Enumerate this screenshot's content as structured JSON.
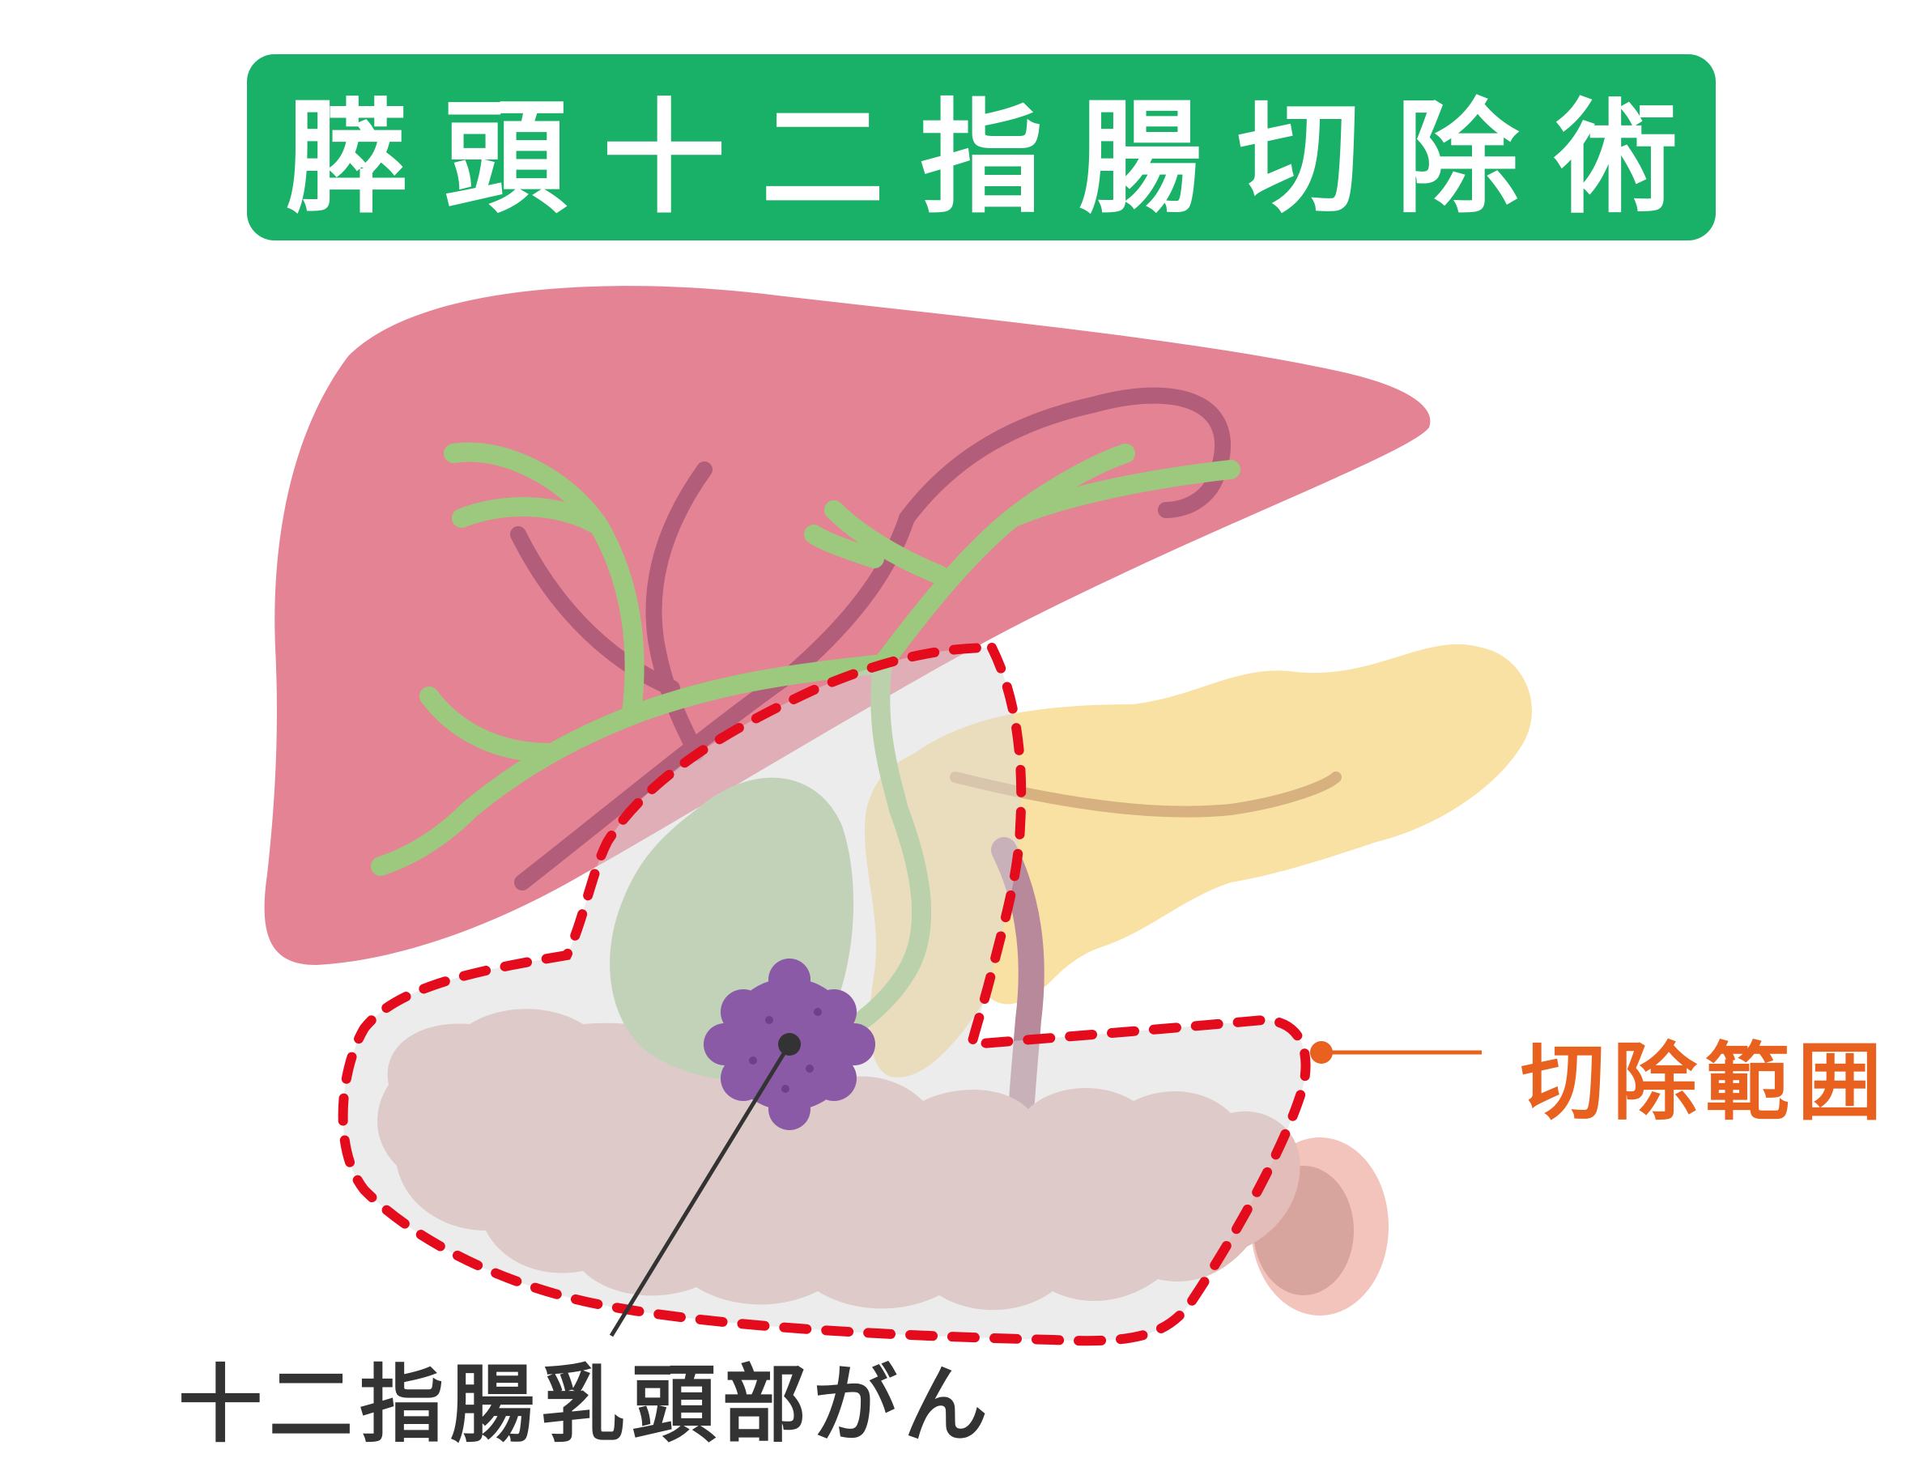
{
  "title": "膵頭十二指腸切除術",
  "labels": {
    "resection_range": "切除範囲",
    "cancer": "十二指腸乳頭部がん"
  },
  "colors": {
    "banner": "#19b067",
    "liver": "#e48394",
    "bile_duct": "#9cc97e",
    "pancreas": "#f8e1a3",
    "duodenum": "#e3bdb9",
    "tumor": "#8a5aa6",
    "resection_outline": "#e30b1c",
    "resection_label": "#e8611f",
    "cancer_label": "#333333"
  }
}
